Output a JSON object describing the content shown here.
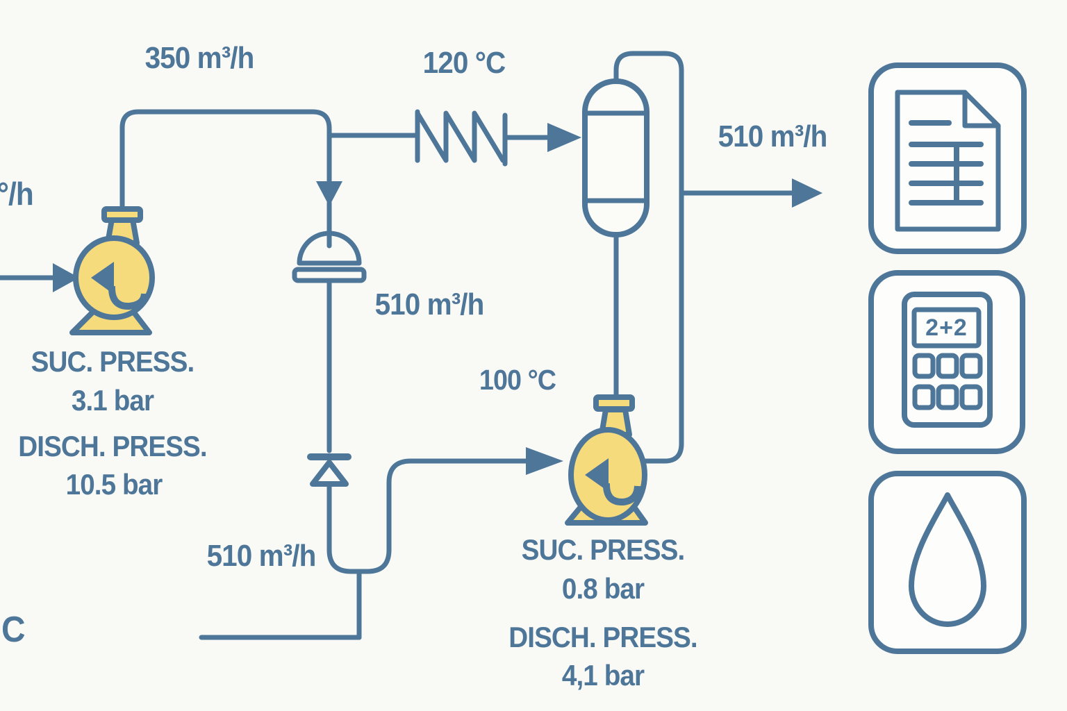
{
  "colors": {
    "line_blue": "#4d7698",
    "pump_fill_yellow": "#f6db7d",
    "background": "#f9f9f6",
    "tile_fill": "#fdfdfb"
  },
  "stream_labels": {
    "pump1_discharge_flow": "350 m³/h",
    "left_edge_partial_flow": "°/h",
    "heater_temp": "120 °C",
    "overhead_product_flow": "510 m³/h",
    "branch_flow": "510 m³/h",
    "pump2_suction_temp": "100 °C",
    "recycle_flow": "510 m³/h",
    "bottom_left_partial_temp": "C"
  },
  "pump1_data": {
    "suction_label": "SUC. PRESS.",
    "suction_value": "3.1 bar",
    "discharge_label": "DISCH. PRESS.",
    "discharge_value": "10.5 bar"
  },
  "pump2_data": {
    "suction_label": "SUC. PRESS.",
    "suction_value": "0.8 bar",
    "discharge_label": "DISCH. PRESS.",
    "discharge_value": "4,1 bar"
  },
  "icon_panel": {
    "calculator_display": "2+2",
    "icons": [
      "document-icon",
      "calculator-icon",
      "water-drop-icon"
    ]
  }
}
